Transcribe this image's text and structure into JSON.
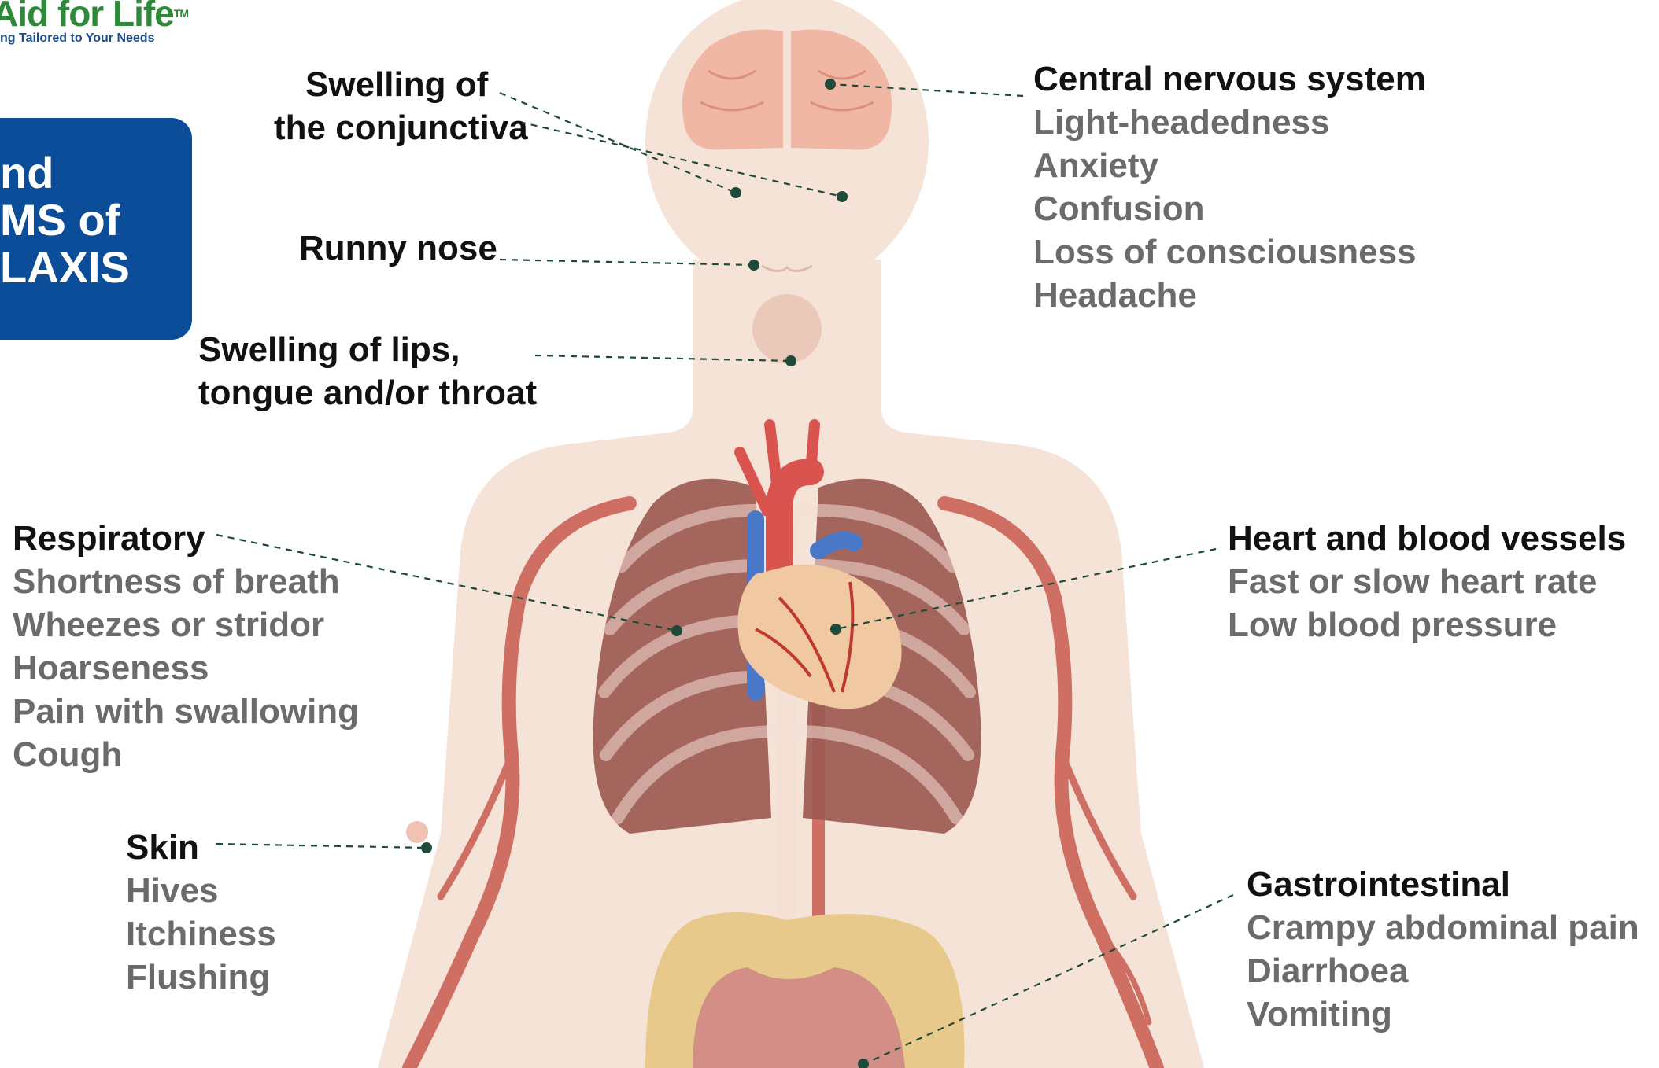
{
  "brand": {
    "name": "Aid for Life",
    "trademark": "TM",
    "tagline": "ng Tailored to Your Needs",
    "colors": {
      "name": "#2e8a3a",
      "tagline": "#1e4f8c"
    }
  },
  "title_box": {
    "lines": [
      "nd",
      "MS of",
      "LAXIS"
    ],
    "background": "#0c4d99",
    "text_color": "#ffffff"
  },
  "labels": {
    "conjunctiva": {
      "line1": "Swelling of",
      "line2": "the conjunctiva"
    },
    "runny_nose": "Runny nose",
    "lips": {
      "line1": "Swelling of lips,",
      "line2": "tongue and/or throat"
    }
  },
  "groups": {
    "cns": {
      "header": "Central nervous system",
      "symptoms": [
        "Light-headedness",
        "Anxiety",
        "Confusion",
        "Loss of consciousness",
        "Headache"
      ]
    },
    "respiratory": {
      "header": "Respiratory",
      "symptoms": [
        "Shortness of breath",
        "Wheezes or stridor",
        "Hoarseness",
        "Pain with swallowing",
        "Cough"
      ]
    },
    "heart": {
      "header": "Heart and blood vessels",
      "symptoms": [
        "Fast or slow heart rate",
        "Low blood pressure"
      ]
    },
    "skin": {
      "header": "Skin",
      "symptoms": [
        "Hives",
        "Itchiness",
        "Flushing"
      ]
    },
    "gastro": {
      "header": "Gastrointestinal",
      "symptoms": [
        "Crampy abdominal pain",
        "Diarrhoea",
        "Vomiting"
      ]
    }
  },
  "colors": {
    "header_text": "#111111",
    "symptom_text": "#6b6b6b",
    "leader_line": "#1e4a3a",
    "body_skin": "#f6e3d8",
    "vessels": "#cf6e62",
    "lungs": "#9c5a52",
    "heart": "#f0c9a3",
    "brain": "#f0b7a4",
    "intestines": "#e8c98c"
  },
  "icons": [
    "brain-icon",
    "heart-icon",
    "lungs-icon",
    "ribcage-icon",
    "intestines-icon",
    "blood-vessels-icon"
  ]
}
